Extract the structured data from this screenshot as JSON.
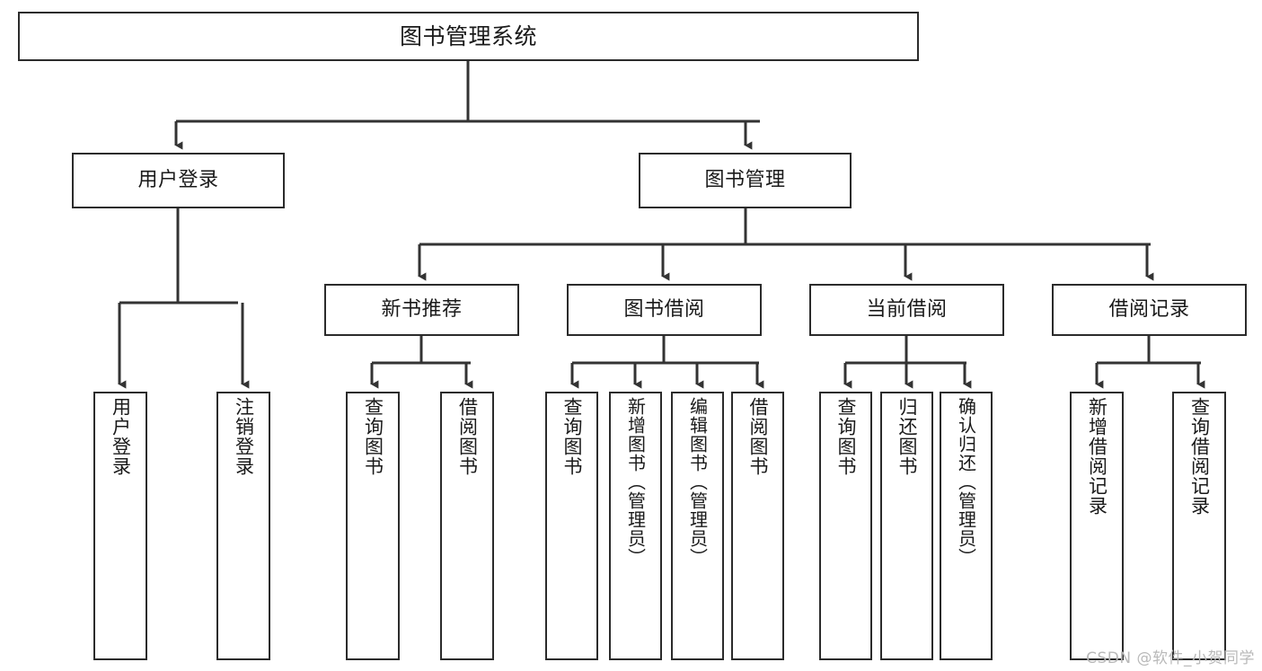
{
  "diagram": {
    "title": "图书管理系统",
    "type": "tree",
    "orientation": "top-down",
    "colors": {
      "box_border": "#2b2b2b",
      "box_fill": "#ffffff",
      "edge": "#333333",
      "text": "#1a1a1a",
      "background": "#ffffff",
      "watermark": "#b9b9b9"
    }
  },
  "nodes": {
    "root": {
      "label": "图书管理系统"
    },
    "level1": [
      {
        "label": "用户登录"
      },
      {
        "label": "图书管理"
      }
    ],
    "level2": [
      {
        "label": "新书推荐"
      },
      {
        "label": "图书借阅"
      },
      {
        "label": "当前借阅"
      },
      {
        "label": "借阅记录"
      }
    ],
    "leaves": {
      "user_login": [
        {
          "label": "用户登录"
        },
        {
          "label": "注销登录"
        }
      ],
      "new_book_recommend": [
        {
          "label": "查询图书"
        },
        {
          "label": "借阅图书"
        }
      ],
      "book_borrow": [
        {
          "label": "查询图书"
        },
        {
          "label": "新增图书（管理员）"
        },
        {
          "label": "编辑图书（管理员）"
        },
        {
          "label": "借阅图书"
        }
      ],
      "current_borrow": [
        {
          "label": "查询图书"
        },
        {
          "label": "归还图书"
        },
        {
          "label": "确认归还（管理员）"
        }
      ],
      "borrow_record": [
        {
          "label": "新增借阅记录"
        },
        {
          "label": "查询借阅记录"
        }
      ]
    }
  },
  "watermark": {
    "text": "CSDN @软件_小贺同学"
  }
}
